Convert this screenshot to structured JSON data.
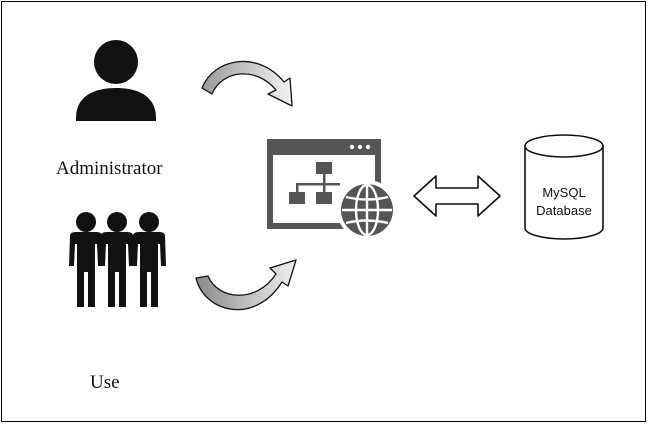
{
  "nodes": {
    "administrator": {
      "label": "Administrator",
      "icon": "person-icon"
    },
    "users": {
      "label": "Use",
      "icon": "group-icon"
    },
    "web_app": {
      "icon": "web-application-icon"
    },
    "database": {
      "line1": "MySQL",
      "line2": "Database",
      "icon": "database-cylinder-icon"
    }
  },
  "colors": {
    "icon_dark": "#111111",
    "icon_medium": "#555555",
    "arrow_fill_light": "#e6e6e6",
    "arrow_fill_dark": "#9a9a9a",
    "stroke": "#111111"
  }
}
